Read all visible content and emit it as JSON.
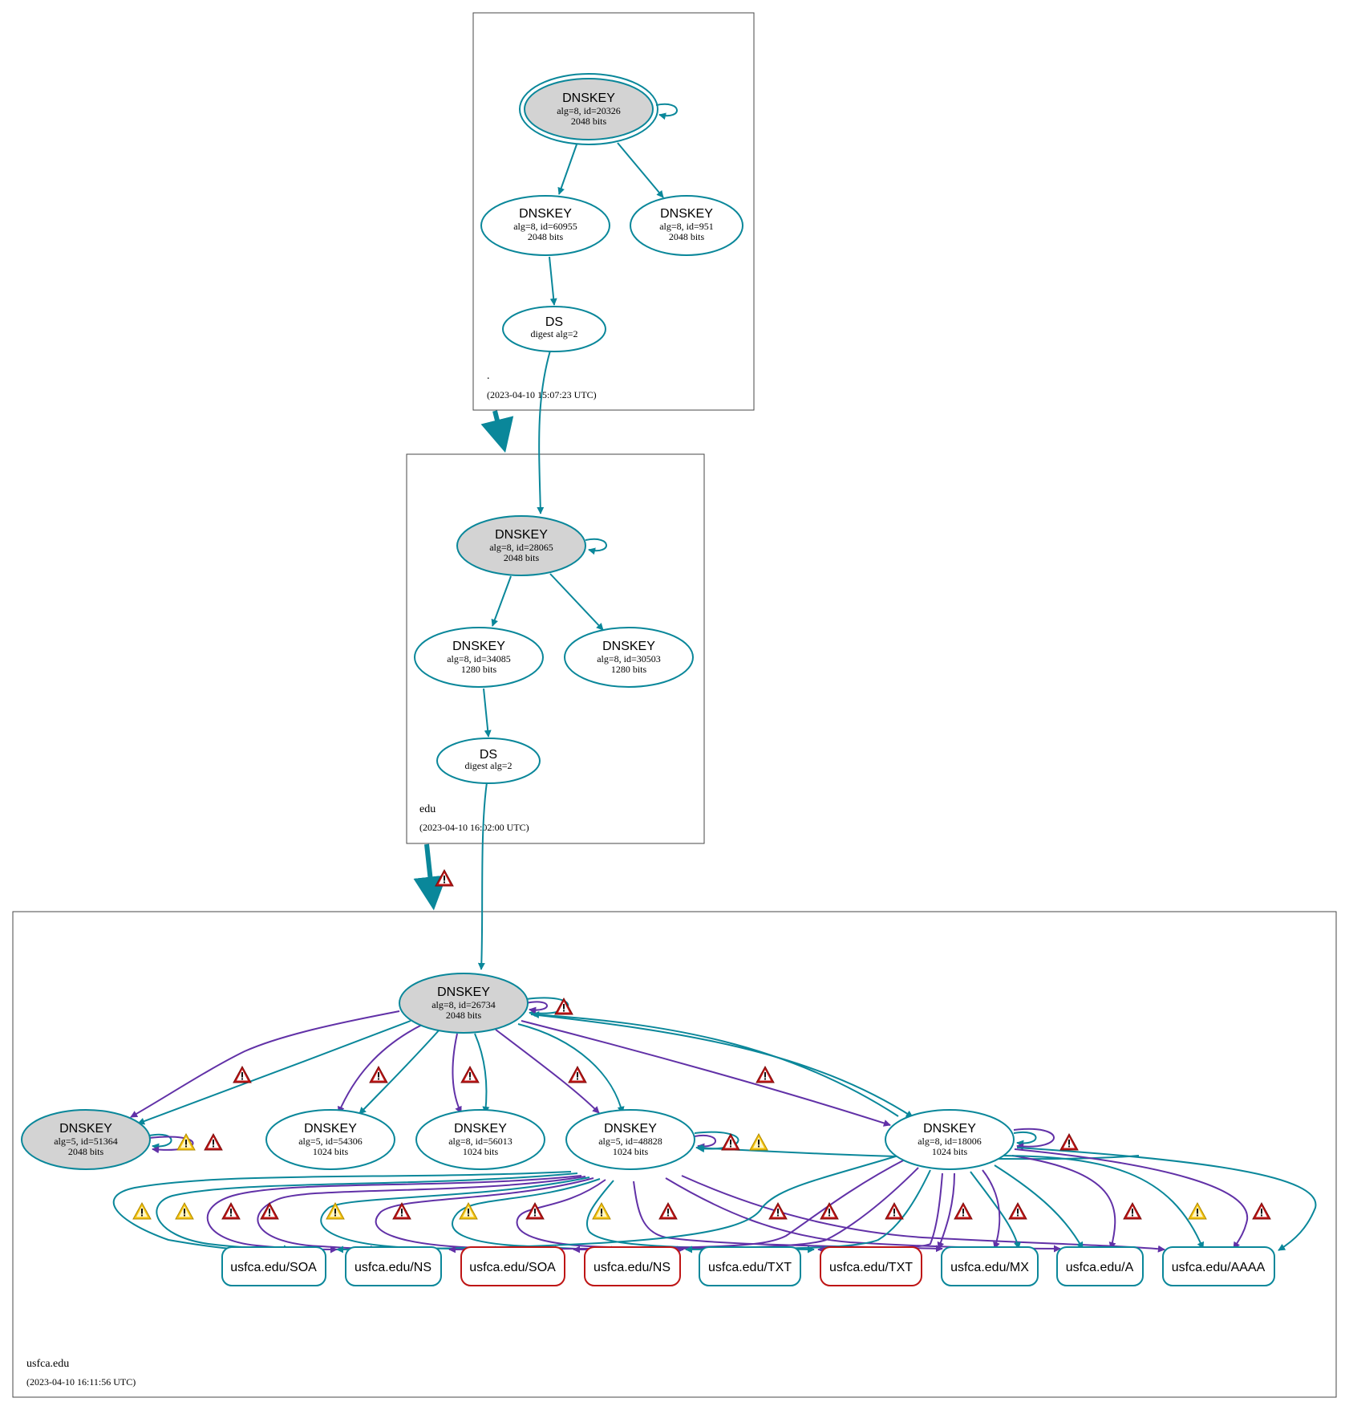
{
  "zones": [
    {
      "id": "root",
      "name": ".",
      "timestamp": "(2023-04-10 15:07:23 UTC)"
    },
    {
      "id": "edu",
      "name": "edu",
      "timestamp": "(2023-04-10 16:02:00 UTC)"
    },
    {
      "id": "usfca",
      "name": "usfca.edu",
      "timestamp": "(2023-04-10 16:11:56 UTC)"
    }
  ],
  "nodes": {
    "root_ksk": {
      "title": "DNSKEY",
      "line1": "alg=8, id=20326",
      "line2": "2048 bits"
    },
    "root_zsk1": {
      "title": "DNSKEY",
      "line1": "alg=8, id=60955",
      "line2": "2048 bits"
    },
    "root_zsk2": {
      "title": "DNSKEY",
      "line1": "alg=8, id=951",
      "line2": "2048 bits"
    },
    "root_ds": {
      "title": "DS",
      "line1": "digest alg=2"
    },
    "edu_ksk": {
      "title": "DNSKEY",
      "line1": "alg=8, id=28065",
      "line2": "2048 bits"
    },
    "edu_zsk1": {
      "title": "DNSKEY",
      "line1": "alg=8, id=34085",
      "line2": "1280 bits"
    },
    "edu_zsk2": {
      "title": "DNSKEY",
      "line1": "alg=8, id=30503",
      "line2": "1280 bits"
    },
    "edu_ds": {
      "title": "DS",
      "line1": "digest alg=2"
    },
    "usf_ksk": {
      "title": "DNSKEY",
      "line1": "alg=8, id=26734",
      "line2": "2048 bits"
    },
    "usf_k51364": {
      "title": "DNSKEY",
      "line1": "alg=5, id=51364",
      "line2": "2048 bits"
    },
    "usf_k54306": {
      "title": "DNSKEY",
      "line1": "alg=5, id=54306",
      "line2": "1024 bits"
    },
    "usf_k56013": {
      "title": "DNSKEY",
      "line1": "alg=8, id=56013",
      "line2": "1024 bits"
    },
    "usf_k48828": {
      "title": "DNSKEY",
      "line1": "alg=5, id=48828",
      "line2": "1024 bits"
    },
    "usf_k18006": {
      "title": "DNSKEY",
      "line1": "alg=8, id=18006",
      "line2": "1024 bits"
    }
  },
  "rrsets": [
    {
      "id": "soa1",
      "label": "usfca.edu/SOA",
      "status": "secure"
    },
    {
      "id": "ns1",
      "label": "usfca.edu/NS",
      "status": "secure"
    },
    {
      "id": "soa2",
      "label": "usfca.edu/SOA",
      "status": "bogus"
    },
    {
      "id": "ns2",
      "label": "usfca.edu/NS",
      "status": "bogus"
    },
    {
      "id": "txt1",
      "label": "usfca.edu/TXT",
      "status": "secure"
    },
    {
      "id": "txt2",
      "label": "usfca.edu/TXT",
      "status": "bogus"
    },
    {
      "id": "mx",
      "label": "usfca.edu/MX",
      "status": "secure"
    },
    {
      "id": "a",
      "label": "usfca.edu/A",
      "status": "secure"
    },
    {
      "id": "aaaa",
      "label": "usfca.edu/AAAA",
      "status": "secure"
    }
  ],
  "colors": {
    "secure": "#0a879a",
    "bogus": "#be1515",
    "invalid_sig": "#6131a7",
    "ksk_fill": "#d3d3d3",
    "zone_border": "#474747",
    "error_icon": "#be1515",
    "warning_icon": "#f4c20d"
  },
  "icons": {
    "error": "error-triangle-icon",
    "warning": "warning-triangle-icon"
  }
}
